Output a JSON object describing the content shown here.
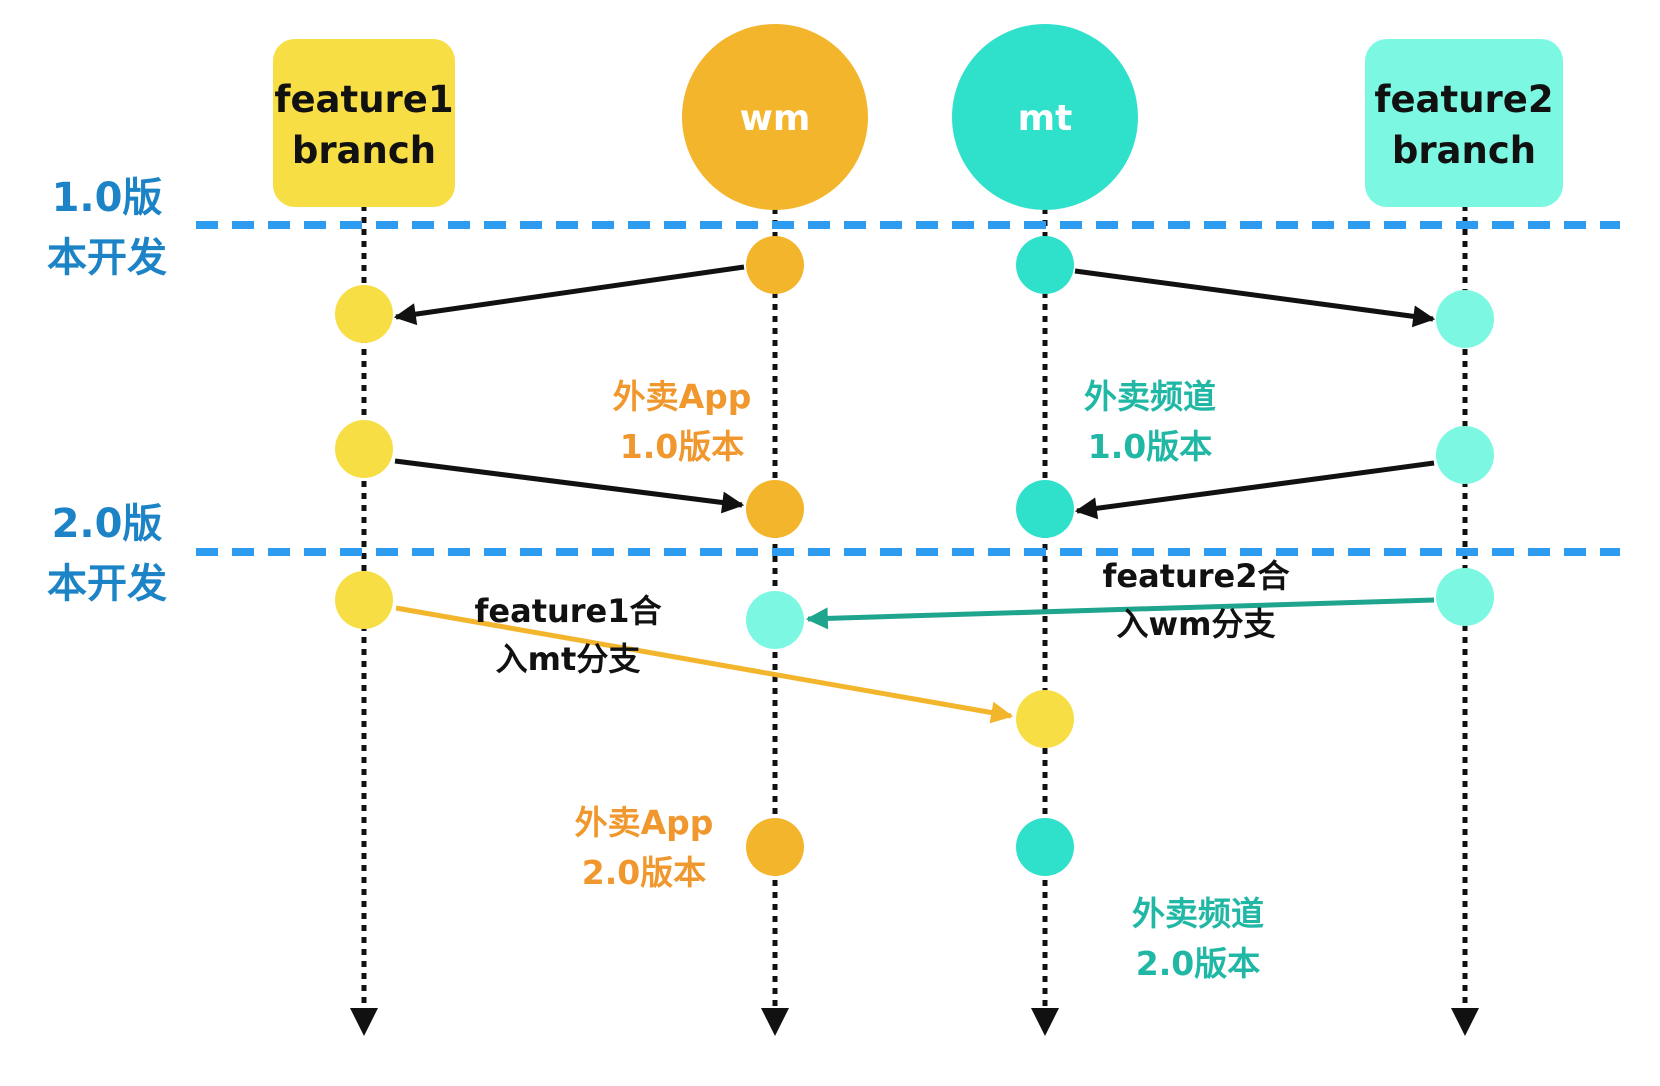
{
  "colors": {
    "feature1": "#F8DE45",
    "wm": "#F3B52C",
    "mt": "#2FE0CB",
    "feature2": "#7CF8E2",
    "phase_line": "#2D9BEF",
    "phase_text": "#1C84C6",
    "wm_text": "#F0982E",
    "mt_text": "#20B7A5",
    "teal_arrow": "#1FA58E",
    "yellow_arrow": "#F3B52C",
    "black": "#111111"
  },
  "lanes": {
    "feature1": {
      "line1": "feature1",
      "line2": "branch"
    },
    "wm": {
      "label": "wm"
    },
    "mt": {
      "label": "mt"
    },
    "feature2": {
      "line1": "feature2",
      "line2": "branch"
    }
  },
  "phases": {
    "v1": {
      "line1": "1.0版",
      "line2": "本开发"
    },
    "v2": {
      "line1": "2.0版",
      "line2": "本开发"
    }
  },
  "annotations": {
    "wm_v1": {
      "line1": "外卖App",
      "line2": "1.0版本"
    },
    "mt_v1": {
      "line1": "外卖频道",
      "line2": "1.0版本"
    },
    "wm_v2": {
      "line1": "外卖App",
      "line2": "2.0版本"
    },
    "mt_v2": {
      "line1": "外卖频道",
      "line2": "2.0版本"
    },
    "f1_merge": {
      "line1": "feature1合",
      "line2": "入mt分支"
    },
    "f2_merge": {
      "line1": "feature2合",
      "line2": "入wm分支"
    }
  }
}
